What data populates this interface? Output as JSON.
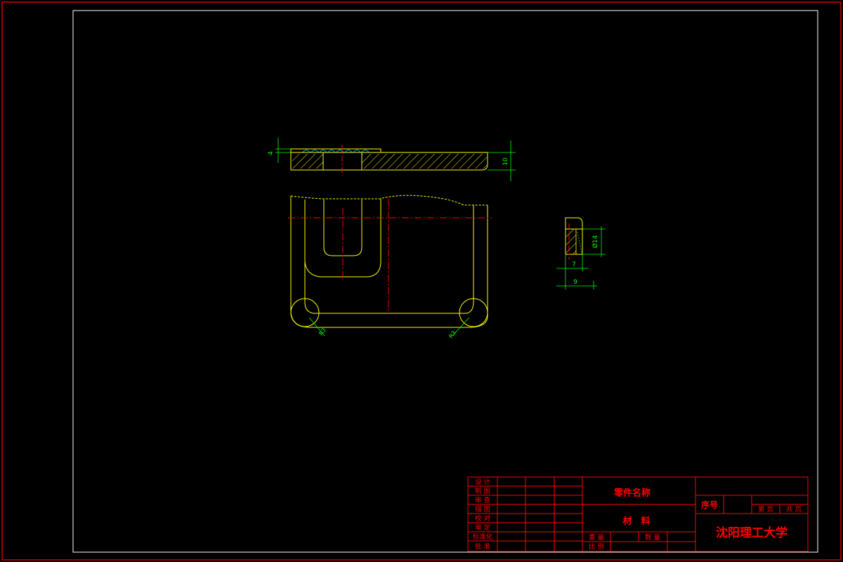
{
  "colors": {
    "background": "#000000",
    "frame": "#ff0000",
    "outline": "#ffff00",
    "centerline": "#ff0000",
    "hatch": "#ffff00",
    "dimension": "#00ff00",
    "dimension_text": "#00ff00",
    "border_inner": "#ffffff",
    "title_block_line": "#ff0000",
    "title_block_text": "#ff0000"
  },
  "dimensions": {
    "top_left_height": "4",
    "top_right_height": "10",
    "radius_left": "R3",
    "radius_right": "R3",
    "side_height": "Ø14",
    "side_width_1": "7",
    "side_width_2": "9"
  },
  "title_block": {
    "left_labels": [
      "设 计",
      "制 图",
      "审 查",
      "描 图",
      "校 对",
      "审 定",
      "标准化",
      "批 准"
    ],
    "part_name": "零件名称",
    "material": "材　料",
    "weight_label": "重 量",
    "quantity_label": "数 量",
    "scale_label": "比 例",
    "seq_label": "序号",
    "sheet_label": "第 页",
    "total_label": "共 页",
    "school": "沈阳理工大学"
  }
}
